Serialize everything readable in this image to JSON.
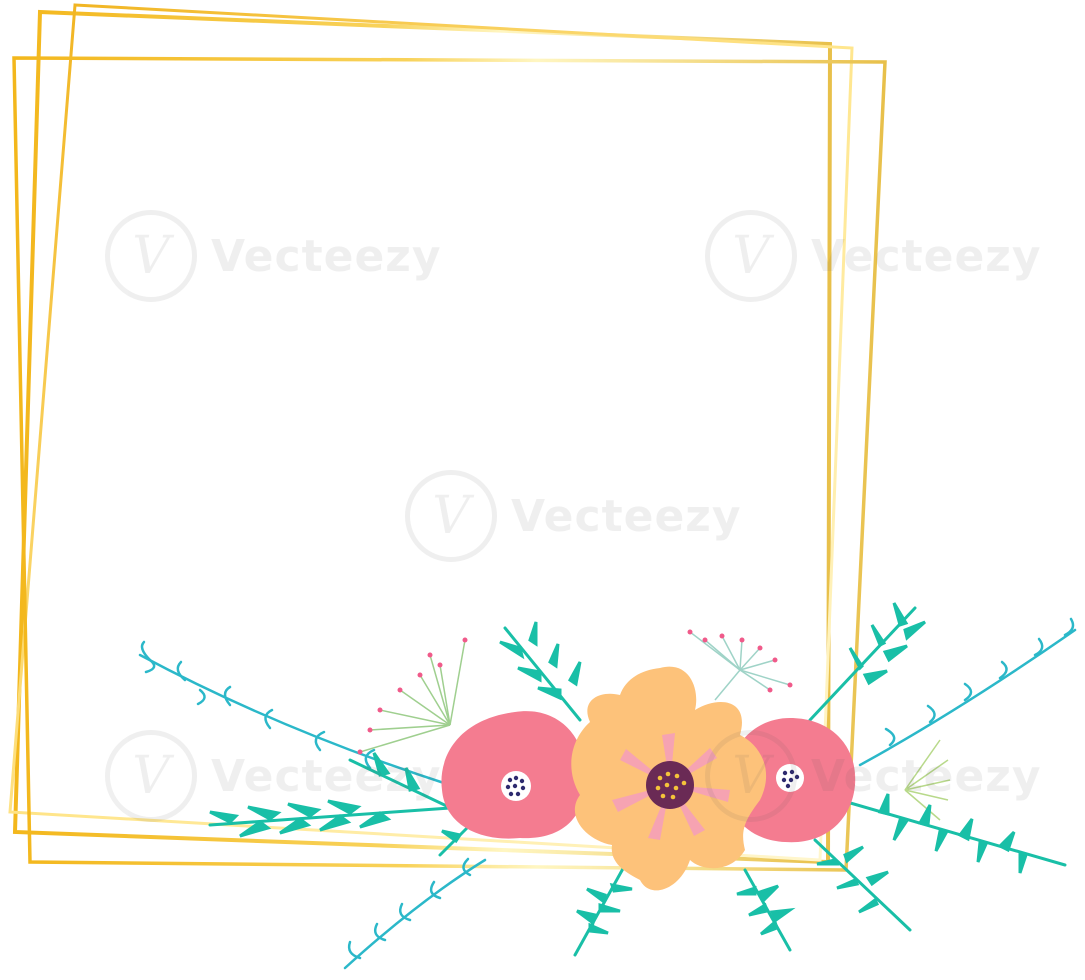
{
  "artwork": {
    "subject": "gold-geometric-frame-with-floral-arrangement",
    "colors": {
      "gold_light": "#fff3a0",
      "gold_mid": "#f5c33a",
      "gold_dark": "#c99a2e",
      "pink": "#f47c90",
      "pink_center": "#f6a3b2",
      "yellow_flower": "#fdc27a",
      "flower_center": "#6a2a55",
      "leaf": "#19bfa7",
      "stem": "#2bb8c9",
      "dill": "#9fcf8f"
    }
  },
  "watermark": {
    "text": "Vecteezy",
    "logo_glyph": "V"
  }
}
